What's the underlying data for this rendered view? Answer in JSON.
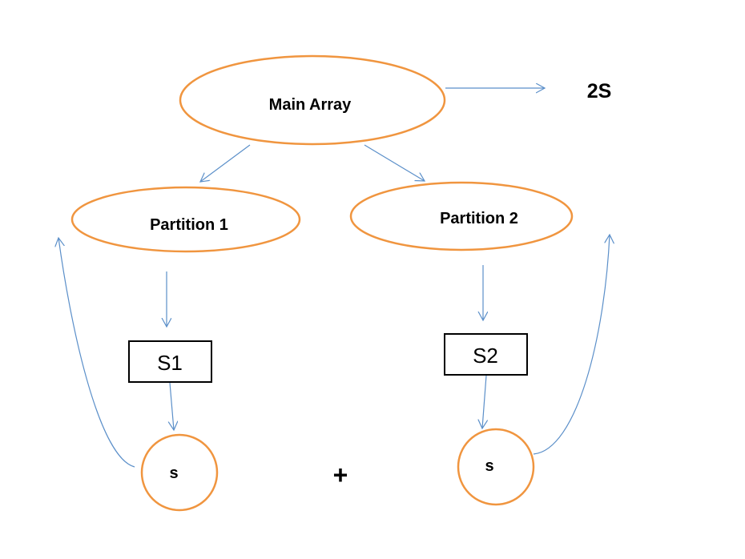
{
  "diagram": {
    "main_node": {
      "label": "Main Array"
    },
    "result_label": "2S",
    "partition_left": {
      "label": "Partition 1"
    },
    "partition_right": {
      "label": "Partition 2"
    },
    "box_left": {
      "label": "S1"
    },
    "box_right": {
      "label": "S2"
    },
    "sum_left": {
      "label": "s"
    },
    "sum_right": {
      "label": "s"
    },
    "operator": "+"
  },
  "colors": {
    "node_outline": "#f0953f",
    "arrow": "#5b8fc9",
    "box_outline": "#000000",
    "text": "#000000"
  }
}
